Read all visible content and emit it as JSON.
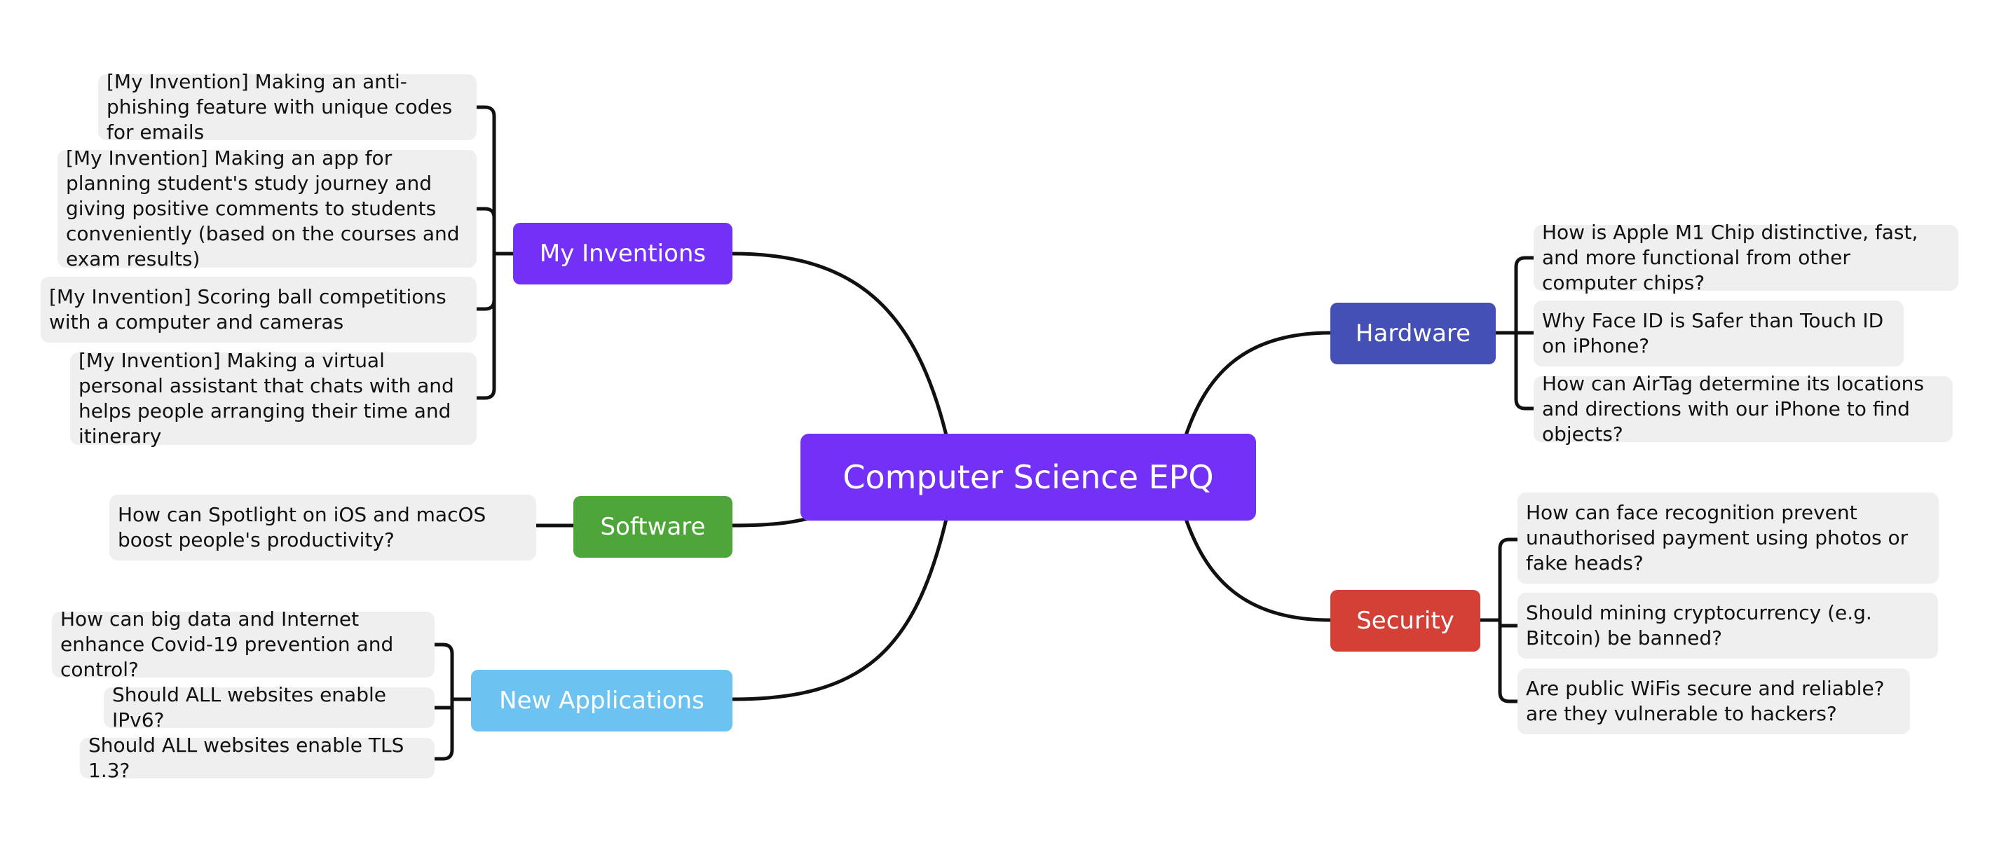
{
  "central": {
    "label": "Computer Science EPQ",
    "color": "#7331f7"
  },
  "branches": [
    {
      "id": "my-inventions",
      "label": "My Inventions",
      "color": "#7331f7",
      "items": [
        "[My Invention] Making an anti-phishing feature with unique codes for emails",
        "[My Invention] Making an app for planning student's study journey and giving positive comments to students conveniently (based on the courses and exam results)",
        "[My Invention] Scoring ball competitions with a computer and cameras",
        "[My Invention] Making a virtual personal assistant that chats with and helps people arranging their time and itinerary"
      ]
    },
    {
      "id": "software",
      "label": "Software",
      "color": "#4ea63a",
      "items": [
        "How can Spotlight on iOS and macOS boost people's productivity?"
      ]
    },
    {
      "id": "new-applications",
      "label": "New Applications",
      "color": "#6cc3f2",
      "items": [
        "How can big data and Internet enhance Covid-19 prevention and control?",
        "Should ALL websites enable IPv6?",
        "Should ALL websites enable TLS 1.3?"
      ]
    },
    {
      "id": "hardware",
      "label": "Hardware",
      "color": "#4450b5",
      "items": [
        "How is Apple M1 Chip distinctive, fast, and more functional from other computer chips?",
        "Why Face ID is Safer than Touch ID on iPhone?",
        "How can AirTag determine its locations and directions with our iPhone to find objects?"
      ]
    },
    {
      "id": "security",
      "label": "Security",
      "color": "#d43f36",
      "items": [
        "How can face recognition prevent unauthorised payment using photos or fake heads?",
        "Should mining cryptocurrency (e.g. Bitcoin) be banned?",
        "Are public WiFis secure and reliable? are they vulnerable to hackers?"
      ]
    }
  ]
}
